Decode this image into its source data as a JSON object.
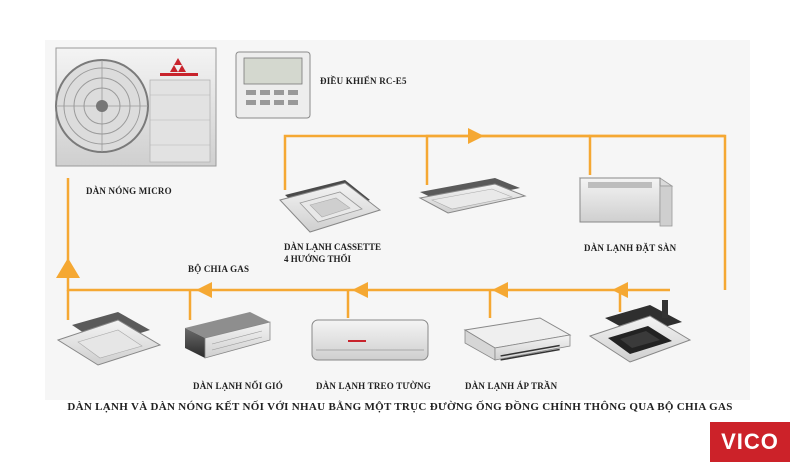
{
  "title": "DÀN LẠNH VÀ DÀN NÓNG KẾT NỐI VỚI NHAU BẰNG MỘT TRỤC ĐƯỜNG ỐNG ĐỒNG CHÍNH THÔNG QUA BỘ CHIA GAS",
  "outdoor_unit": {
    "label": "DÀN NÓNG MICRO"
  },
  "controller": {
    "label": "ĐIỀU KHIỂN RC-E5"
  },
  "cassette_4way": {
    "line1": "DÀN LẠNH CASSETTE",
    "line2": "4 HƯỚNG THỔI"
  },
  "floor_unit": {
    "label": "DÀN LẠNH ĐẶT SÀN"
  },
  "gas_splitter": {
    "label": "BỘ CHIA GAS"
  },
  "ducted_unit": {
    "label": "DÀN LẠNH NỐI GIÓ"
  },
  "wall_unit": {
    "label": "DÀN LẠNH TREO TƯỜNG"
  },
  "ceiling_unit": {
    "label": "DÀN LẠNH ÁP TRẦN"
  },
  "logo": {
    "text": "VICO"
  },
  "colors": {
    "pipe": "#f5a833",
    "logo_bg": "#cc2229"
  }
}
